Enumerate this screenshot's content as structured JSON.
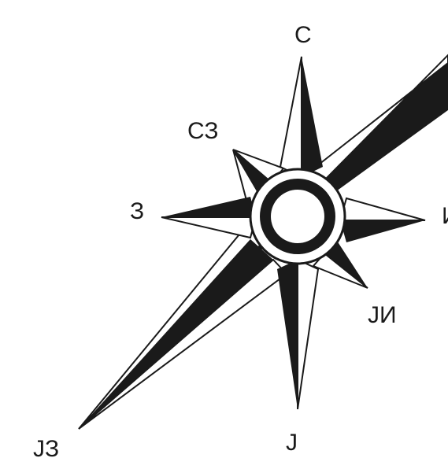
{
  "compass": {
    "colors": {
      "ink": "#1a1a1a",
      "paper": "#ffffff"
    },
    "labels": {
      "north": "С",
      "northwest": "СЗ",
      "west": "З",
      "east": "И",
      "southeast": "ЈИ",
      "south": "Ј",
      "southwest": "ЈЗ"
    }
  }
}
